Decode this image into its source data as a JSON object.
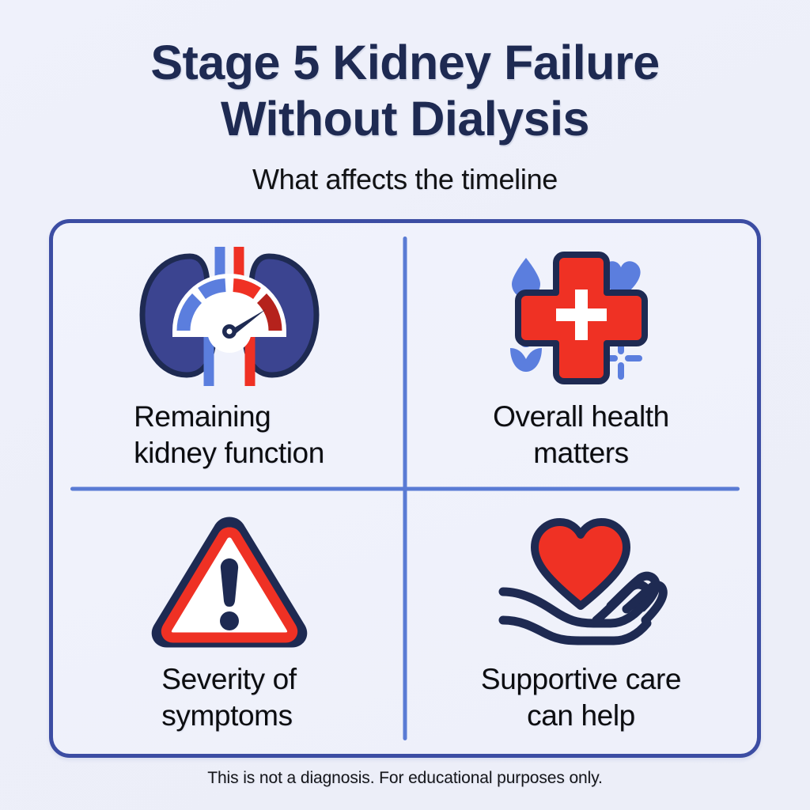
{
  "header": {
    "title_line1": "Stage 5 Kidney Failure",
    "title_line2": "Without Dialysis",
    "subtitle": "What affects the timeline"
  },
  "card": {
    "quadrants": [
      {
        "id": "remaining-kidney-function",
        "icon": "kidneys-gauge-icon",
        "label_line1": "Remaining",
        "label_line2": "kidney function"
      },
      {
        "id": "overall-health-matters",
        "icon": "medical-cross-icon",
        "label_line1": "Overall health",
        "label_line2": "matters"
      },
      {
        "id": "severity-of-symptoms",
        "icon": "warning-triangle-icon",
        "label_line1": "Severity of",
        "label_line2": "symptoms"
      },
      {
        "id": "supportive-care-can-help",
        "icon": "hand-holding-heart-icon",
        "label_line1": "Supportive care",
        "label_line2": "can help"
      }
    ]
  },
  "footer": {
    "disclaimer": "This is not a diagnosis. For educational purposes only."
  },
  "colors": {
    "background": "#eef0fa",
    "title_navy": "#1e2a52",
    "card_border": "#3c4da3",
    "divider_blue": "#5a7bd4",
    "kidney_navy": "#3b4490",
    "kidney_outline": "#1e2a52",
    "accent_red": "#ef3124",
    "accent_blue": "#5b7ede",
    "icon_white": "#ffffff"
  }
}
